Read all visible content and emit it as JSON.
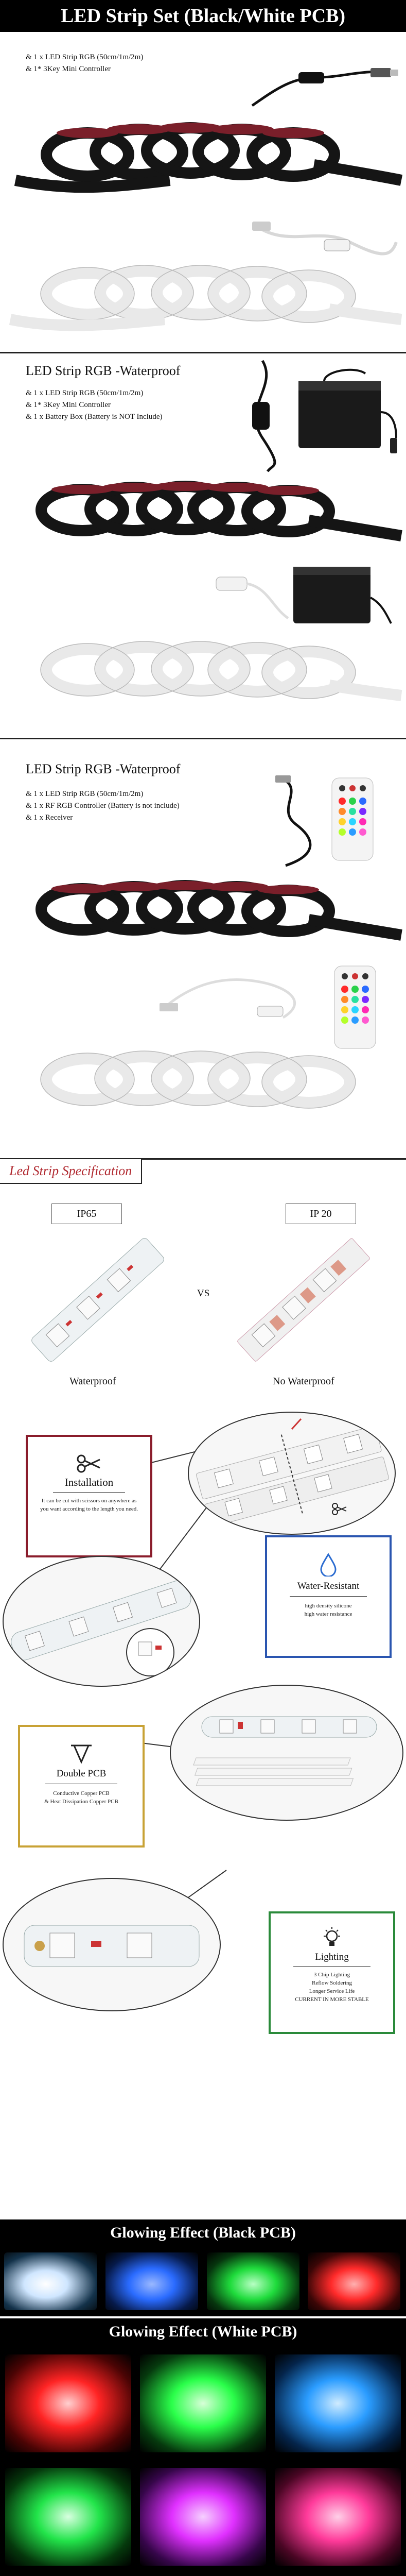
{
  "section1": {
    "title": "LED Strip Set (Black/White PCB)",
    "bullets": [
      "& 1 x LED Strip RGB (50cm/1m/2m)",
      "& 1* 3Key Mini Controller"
    ]
  },
  "section2": {
    "title": "LED Strip RGB -Waterproof",
    "bullets": [
      "& 1 x LED Strip RGB (50cm/1m/2m)",
      "& 1* 3Key Mini Controller",
      "& 1 x Battery Box (Battery is NOT Include)"
    ]
  },
  "section3": {
    "title": "LED Strip RGB -Waterproof",
    "bullets": [
      "& 1 x LED Strip RGB (50cm/1m/2m)",
      "& 1 x RF RGB Controller (Battery is not include)",
      "& 1 x Receiver"
    ]
  },
  "spec": {
    "title": "Led Strip Specification",
    "ip65_label": "IP65",
    "ip20_label": "IP 20",
    "vs": "VS",
    "waterproof_caption": "Waterproof",
    "no_waterproof_caption": "No Waterproof"
  },
  "features": {
    "installation": {
      "title": "Installation",
      "text": "It can be cut with scissors on anywhere as you want according to the length you need."
    },
    "water": {
      "title": "Water-Resistant",
      "lines": [
        "high density silicone",
        "high water resistance"
      ]
    },
    "double_pcb": {
      "title": "Double PCB",
      "lines": [
        "Conductive Copper PCB",
        "& Heat Dissipation Copper PCB"
      ]
    },
    "lighting": {
      "title": "Lighting",
      "lines": [
        "3 Chip Lighting",
        "Reflow Soldering",
        "Longer Service Life",
        "CURRENT IN MORE STABLE"
      ]
    }
  },
  "glow_black": {
    "title": "Glowing Effect (Black PCB)",
    "colors": [
      "#e8f4ff",
      "#2a6bff",
      "#1fdc3c",
      "#ff2a2a"
    ]
  },
  "glow_white": {
    "title": "Glowing Effect (White PCB)",
    "colors_row1": [
      "#ff2424",
      "#2aff4a",
      "#2a9cff"
    ],
    "colors_row2": [
      "#22e44a",
      "#e030ff",
      "#ff3a9a"
    ]
  },
  "colors": {
    "card_border": "#8a1c2b",
    "strip_black": "#151515",
    "strip_white": "#e9e9e9",
    "pcb_red": "#7a1f2a"
  }
}
